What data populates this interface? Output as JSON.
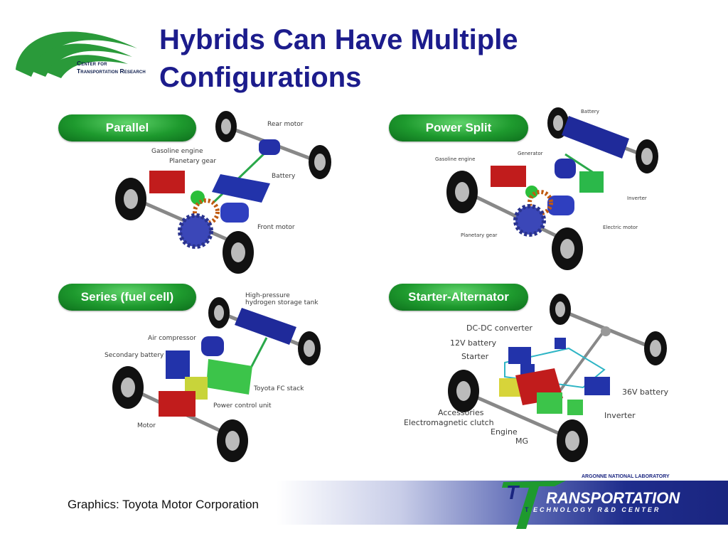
{
  "header": {
    "title_line1": "Hybrids Can Have Multiple",
    "title_line2": "Configurations",
    "org_logo_line1": "Center for",
    "org_logo_line2": "Transportation Research"
  },
  "configs": {
    "parallel": {
      "label": "Parallel",
      "parts": [
        "Rear motor",
        "Gasoline engine",
        "Planetary gear",
        "Battery",
        "Front motor"
      ]
    },
    "power_split": {
      "label": "Power Split",
      "parts": [
        "Battery",
        "Generator",
        "Gasoline engine",
        "Inverter",
        "Electric motor",
        "Planetary gear"
      ]
    },
    "series": {
      "label": "Series (fuel cell)",
      "parts": [
        "High-pressure",
        "hydrogen storage tank",
        "Air compressor",
        "Secondary battery",
        "Toyota FC stack",
        "Power control unit",
        "Motor"
      ]
    },
    "starter_alternator": {
      "label": "Starter-Alternator",
      "parts": [
        "DC-DC converter",
        "12V battery",
        "Starter",
        "36V battery",
        "Accessories",
        "Inverter",
        "Electromagnetic clutch",
        "Engine",
        "MG"
      ]
    }
  },
  "footer": {
    "credit": "Graphics: Toyota Motor Corporation",
    "logo_top": "ARGONNE NATIONAL LABORATORY",
    "logo_main": "RANSPORTATION",
    "logo_sub": "ECHNOLOGY R&D CENTER",
    "logo_initial_top": "T",
    "logo_initial_bottom": "T"
  }
}
